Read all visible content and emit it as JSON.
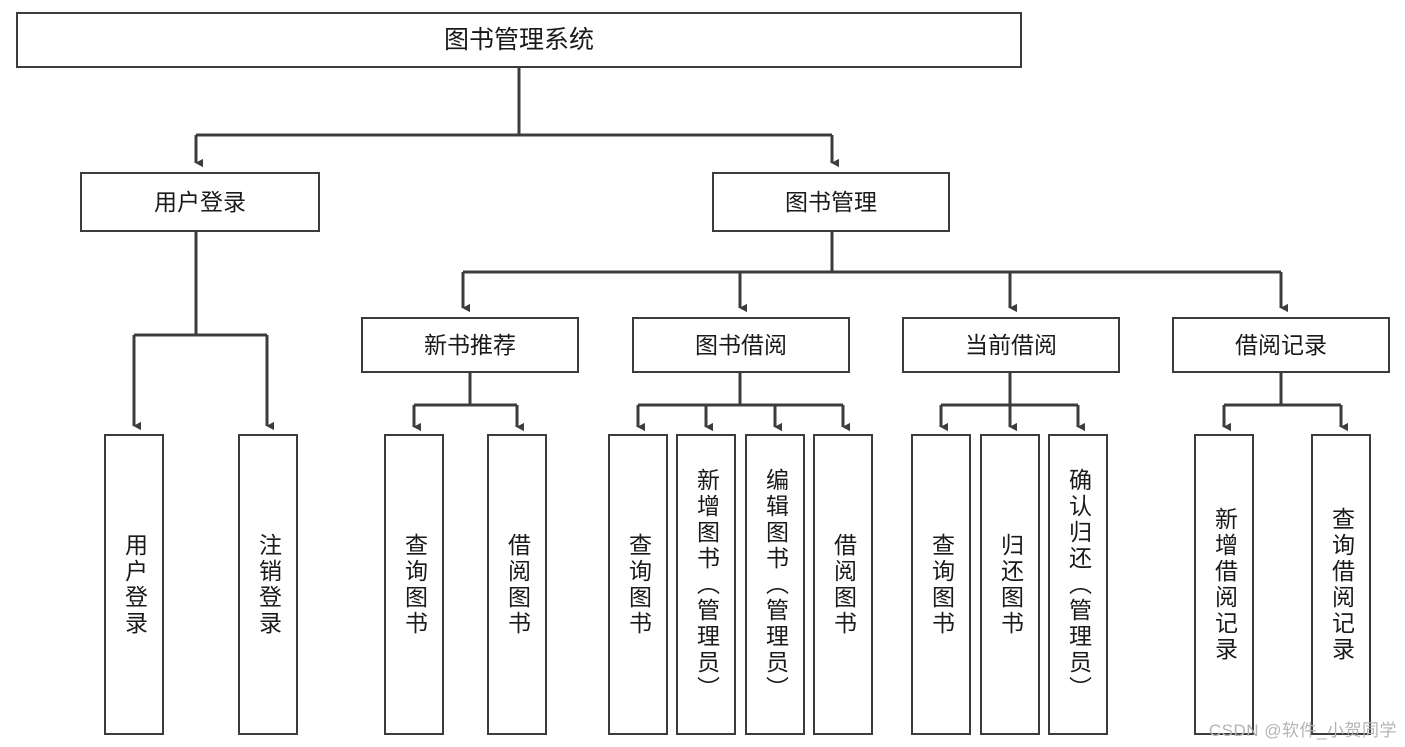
{
  "diagram": {
    "title": "图书管理系统",
    "type": "function-structure-tree",
    "root": {
      "label": "图书管理系统"
    },
    "level2": [
      {
        "label": "用户登录"
      },
      {
        "label": "图书管理"
      }
    ],
    "level3": [
      {
        "label": "新书推荐"
      },
      {
        "label": "图书借阅"
      },
      {
        "label": "当前借阅"
      },
      {
        "label": "借阅记录"
      }
    ],
    "leaves": {
      "user_login": [
        {
          "label": "用户登录"
        },
        {
          "label": "注销登录"
        }
      ],
      "new_book_recommend": [
        {
          "label": "查询图书"
        },
        {
          "label": "借阅图书"
        }
      ],
      "book_borrow": [
        {
          "label": "查询图书"
        },
        {
          "label": "新增图书（管理员）"
        },
        {
          "label": "编辑图书（管理员）"
        },
        {
          "label": "借阅图书"
        }
      ],
      "current_borrow": [
        {
          "label": "查询图书"
        },
        {
          "label": "归还图书"
        },
        {
          "label": "确认归还（管理员）"
        }
      ],
      "borrow_records": [
        {
          "label": "新增借阅记录"
        },
        {
          "label": "查询借阅记录"
        }
      ]
    }
  },
  "watermark": {
    "text": "CSDN @软件_小贺同学"
  },
  "colors": {
    "stroke": "#3c3c3c",
    "fill": "#ffffff",
    "text": "#1a1a1a",
    "watermark": "#b4b4b4"
  }
}
